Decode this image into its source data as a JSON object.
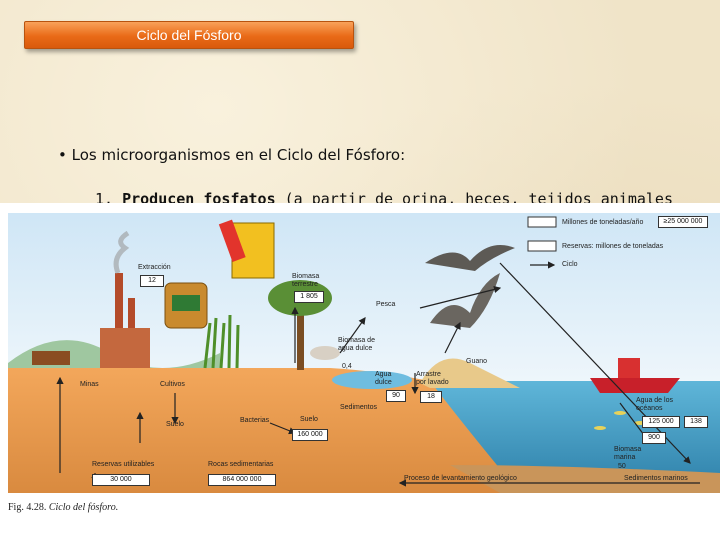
{
  "slide": {
    "title": "Ciclo del Fósforo",
    "bullet_marker": "•",
    "bullet_text": "Los microorganismos en el Ciclo del Fósforo:",
    "item_number": "1.",
    "item_bold": "Producen fosfatos",
    "item_rest": " (a partir de orina, heces, tejidos animales y"
  },
  "figure": {
    "legend": {
      "millions": "Millones de toneladas/año",
      "millions_value": "≥25 000 000",
      "reserves": "Reservas: millones de toneladas",
      "cycle": "Ciclo"
    },
    "labels": {
      "extraccion": "Extracción",
      "extraccion_val": "12",
      "biomasa_terrestre": "Biomasa terrestre",
      "biomasa_terrestre_val": "1 805",
      "pesca": "Pesca",
      "biomasa_agua_dulce": "Biomasa de agua dulce",
      "biomasa_agua_dulce_val": "0,4",
      "guano": "Guano",
      "agua_dulce": "Agua dulce",
      "agua_dulce_val": "90",
      "arrastre": "Arrastre por lavado",
      "arrastre_val": "18",
      "minas": "Minas",
      "cultivos": "Cultivos",
      "sedimentos": "Sedimentos",
      "bacterias": "Bacterias",
      "suelo_left": "Suelo",
      "suelo": "Suelo",
      "suelo_val": "160 000",
      "agua_oceanos": "Agua de los océanos",
      "agua_oceanos_val": "125 000",
      "agua_oceanos_val2": "138",
      "biomasa_marina": "Biomasa marina",
      "biomasa_marina_val": "900",
      "biomasa_marina_val2": "50",
      "reservas_utilizables": "Reservas utilizables",
      "reservas_utilizables_val": "30 000",
      "rocas_sedimentarias": "Rocas sedimentarias",
      "rocas_sedimentarias_val": "864 000 000",
      "proceso": "Proceso de levantamiento geológico",
      "sedimentos_marinos": "Sedimentos marinos"
    },
    "caption_prefix": "Fig. 4.28.",
    "caption_title": " Ciclo del fósforo."
  }
}
